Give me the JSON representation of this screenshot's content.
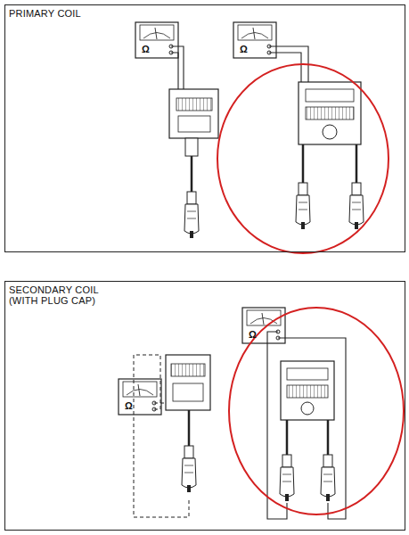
{
  "diagram": {
    "nodes": [
      {
        "text": [
          "PRIMARY COIL"
        ]
      },
      {
        "text": [
          "SECONDARY COIL (WITH PLUG CAP)"
        ]
      }
    ],
    "labels": [
      "Ω",
      "Ω",
      "Ω",
      "Ω"
    ]
  }
}
